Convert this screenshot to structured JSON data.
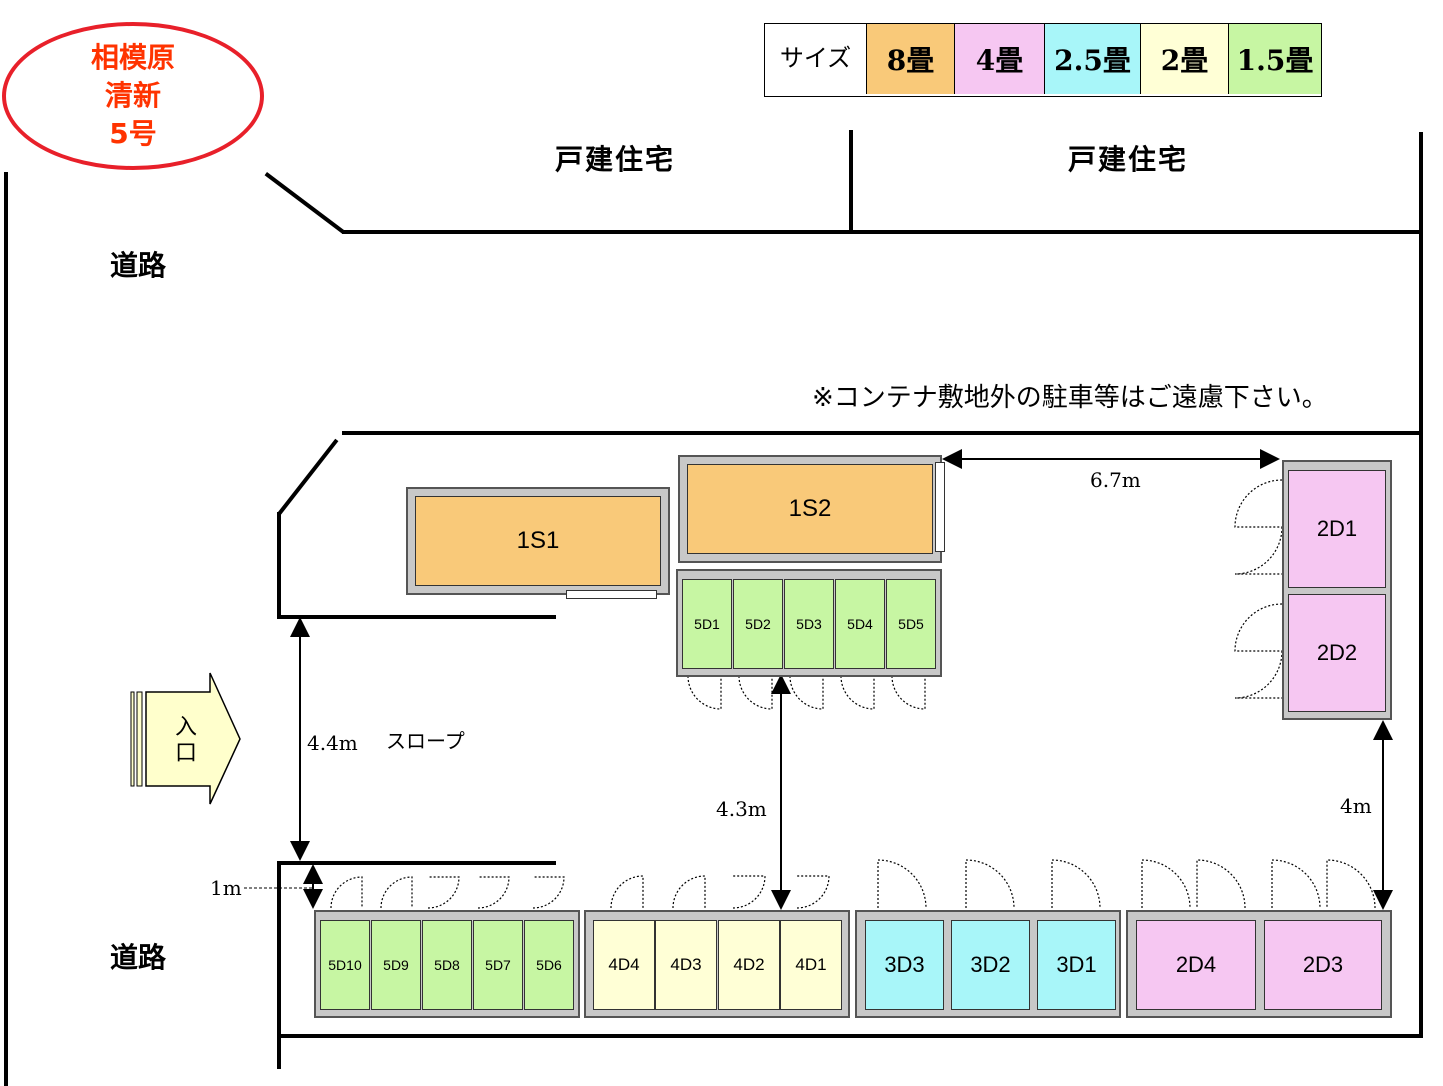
{
  "site_name": {
    "line1": "相模原",
    "line2": "清新",
    "line3": "5号"
  },
  "legend": {
    "header": "サイズ",
    "sizes": [
      {
        "label": "8畳",
        "color": "#f9c979"
      },
      {
        "label": "4畳",
        "color": "#f6c7f2"
      },
      {
        "label": "2.5畳",
        "color": "#a8f6f9"
      },
      {
        "label": "2畳",
        "color": "#ffffd6"
      },
      {
        "label": "1.5畳",
        "color": "#c7f6a3"
      }
    ]
  },
  "houses": [
    "戸建住宅",
    "戸建住宅"
  ],
  "roads": [
    "道路",
    "道路"
  ],
  "notice": "※コンテナ敷地外の駐車等はご遠慮下さい。",
  "entrance": "入口",
  "slope": "スロープ",
  "measurements": {
    "width_top": "6.7m",
    "width_entry": "4.4m",
    "aisle_mid": "4.3m",
    "aisle_right": "4m",
    "setback": "1m"
  },
  "units": {
    "s1": "1S1",
    "s2": "1S2",
    "d5_top": [
      "5D1",
      "5D2",
      "5D3",
      "5D4",
      "5D5"
    ],
    "d2_right": [
      "2D1",
      "2D2"
    ],
    "d5_bottom": [
      "5D10",
      "5D9",
      "5D8",
      "5D7",
      "5D6"
    ],
    "d4": [
      "4D4",
      "4D3",
      "4D2",
      "4D1"
    ],
    "d3": [
      "3D3",
      "3D2",
      "3D1"
    ],
    "d2_bottom": [
      "2D4",
      "2D3"
    ]
  }
}
